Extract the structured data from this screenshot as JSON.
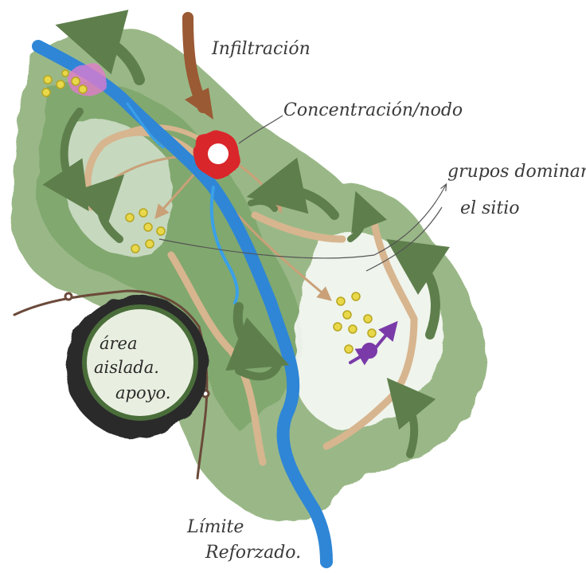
{
  "labels": {
    "infiltration": "Infiltración",
    "concentration": "Concentración/nodo",
    "groups_line1": "grupos dominando",
    "groups_line2": "el sitio",
    "area_line1": "área",
    "area_line2": "aislada.",
    "area_line3": "apoyo.",
    "limit_line1": "Límite",
    "limit_line2": "Reforzado."
  },
  "colors": {
    "vegetation": "#8fb07a",
    "vegetation_dark": "#6e9a5c",
    "river": "#2f86d6",
    "river_light": "#3aa0e8",
    "path": "#d7b58f",
    "node": "#d9282c",
    "arrow_green": "#5e7f4c",
    "arrow_brown": "#9a5a34",
    "groups": "#e8d84a",
    "accent_pink": "#e77ad0",
    "accent_purple": "#7a3aa8",
    "isolated_area": "#2c2c2c"
  }
}
